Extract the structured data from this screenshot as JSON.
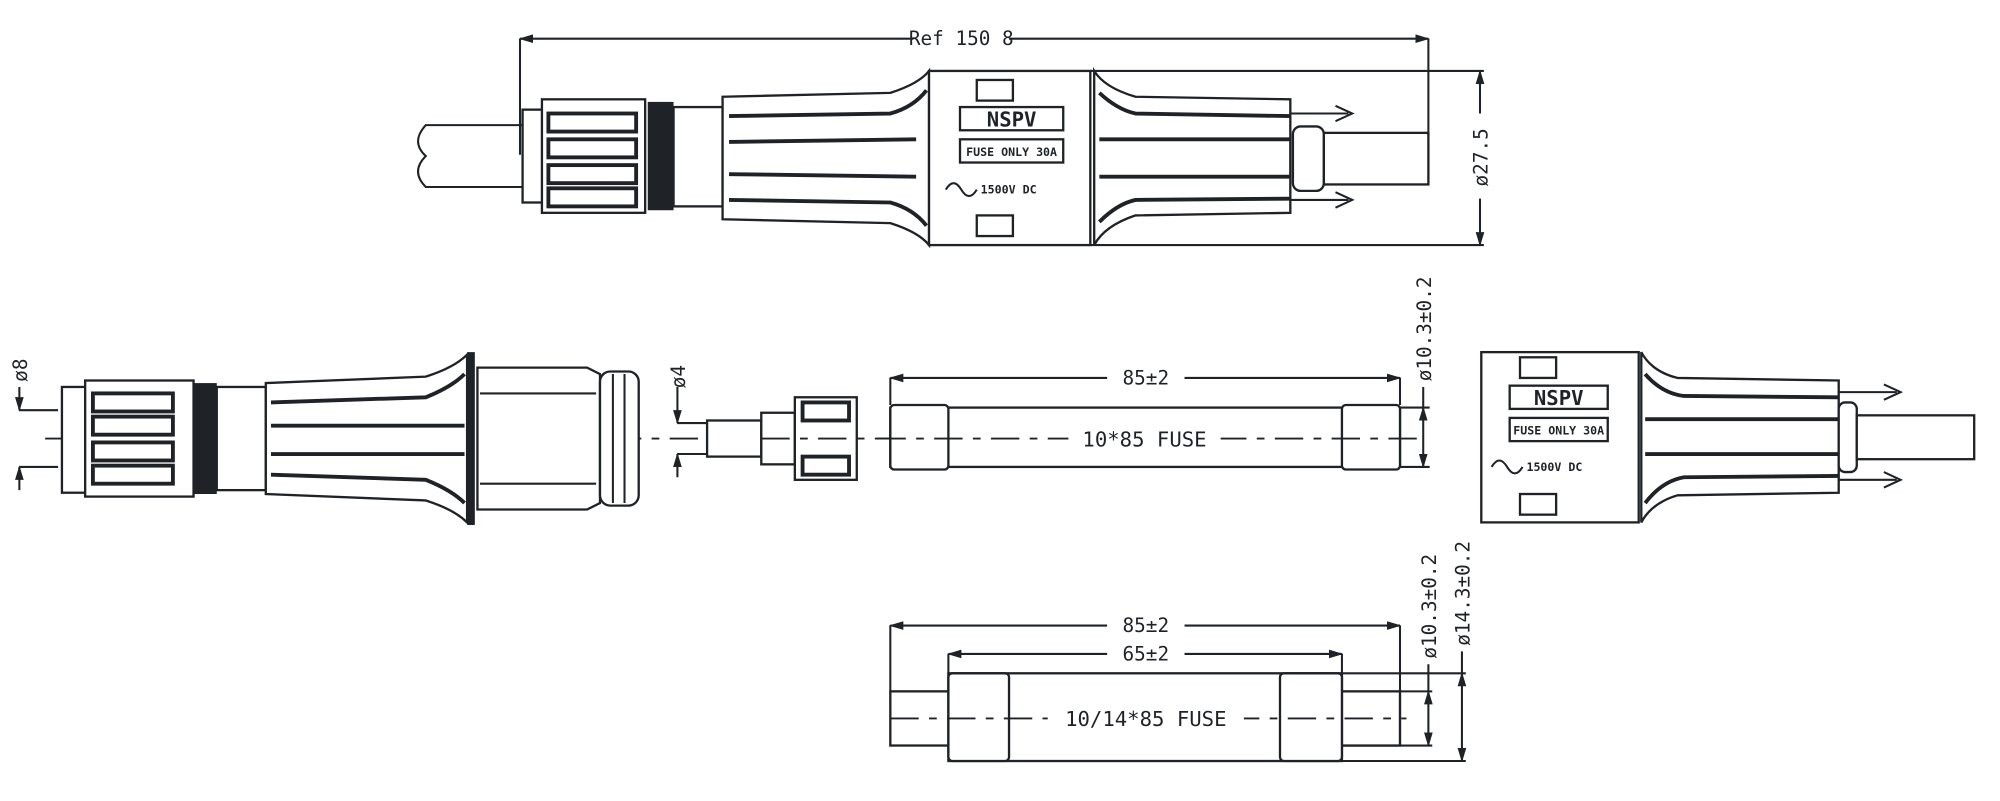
{
  "assembly": {
    "overall_length": "Ref 150 8",
    "outer_diameter": "ø27.5",
    "brand": "NSPV",
    "rating": "FUSE ONLY 30A",
    "voltage": "1500V DC"
  },
  "exploded": {
    "cable_diameter": "ø8",
    "pin_diameter": "ø4",
    "fuse_length": "85±2",
    "fuse_diameter": "ø10.3±0.2",
    "fuse_label": "10*85 FUSE",
    "brand": "NSPV",
    "rating": "FUSE ONLY 30A",
    "voltage": "1500V DC"
  },
  "fuse_detail": {
    "overall_length": "85±2",
    "body_length": "65±2",
    "cap_diameter": "ø10.3±0.2",
    "body_diameter": "ø14.3±0.2",
    "label": "10/14*85 FUSE"
  },
  "colors": {
    "ink": "#1f2328",
    "background": "#ffffff"
  }
}
